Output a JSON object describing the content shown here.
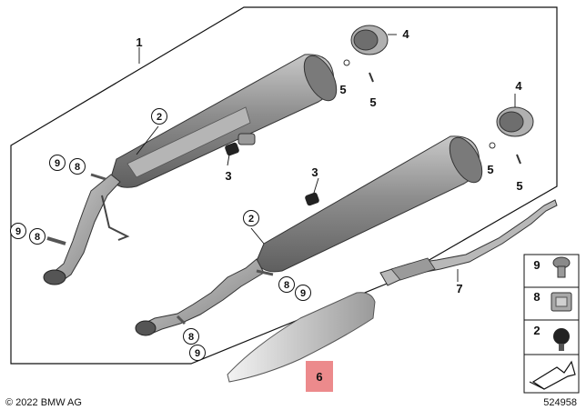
{
  "callouts": {
    "one": "1",
    "two": "2",
    "three": "3",
    "four": "4",
    "five": "5",
    "six": "6",
    "seven": "7",
    "eight": "8",
    "nine": "9"
  },
  "legend": [
    "9",
    "8",
    "2"
  ],
  "footer": {
    "copyright": "© 2022 BMW AG",
    "diagram_number": "524958"
  },
  "colors": {
    "highlight": "#ec8a8c",
    "part_gray": "#a9a9a9",
    "outline": "#222222"
  }
}
